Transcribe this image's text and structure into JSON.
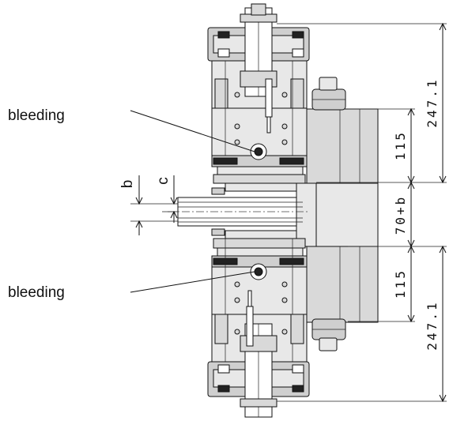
{
  "labels": {
    "bleeding_top": "bleeding",
    "bleeding_bottom": "bleeding",
    "dim_b": "b",
    "dim_c": "c"
  },
  "dimensions": {
    "top_overall": "247.1",
    "top_section": "115",
    "middle_gap": "70+b",
    "bottom_section": "115",
    "bottom_overall": "247.1"
  }
}
